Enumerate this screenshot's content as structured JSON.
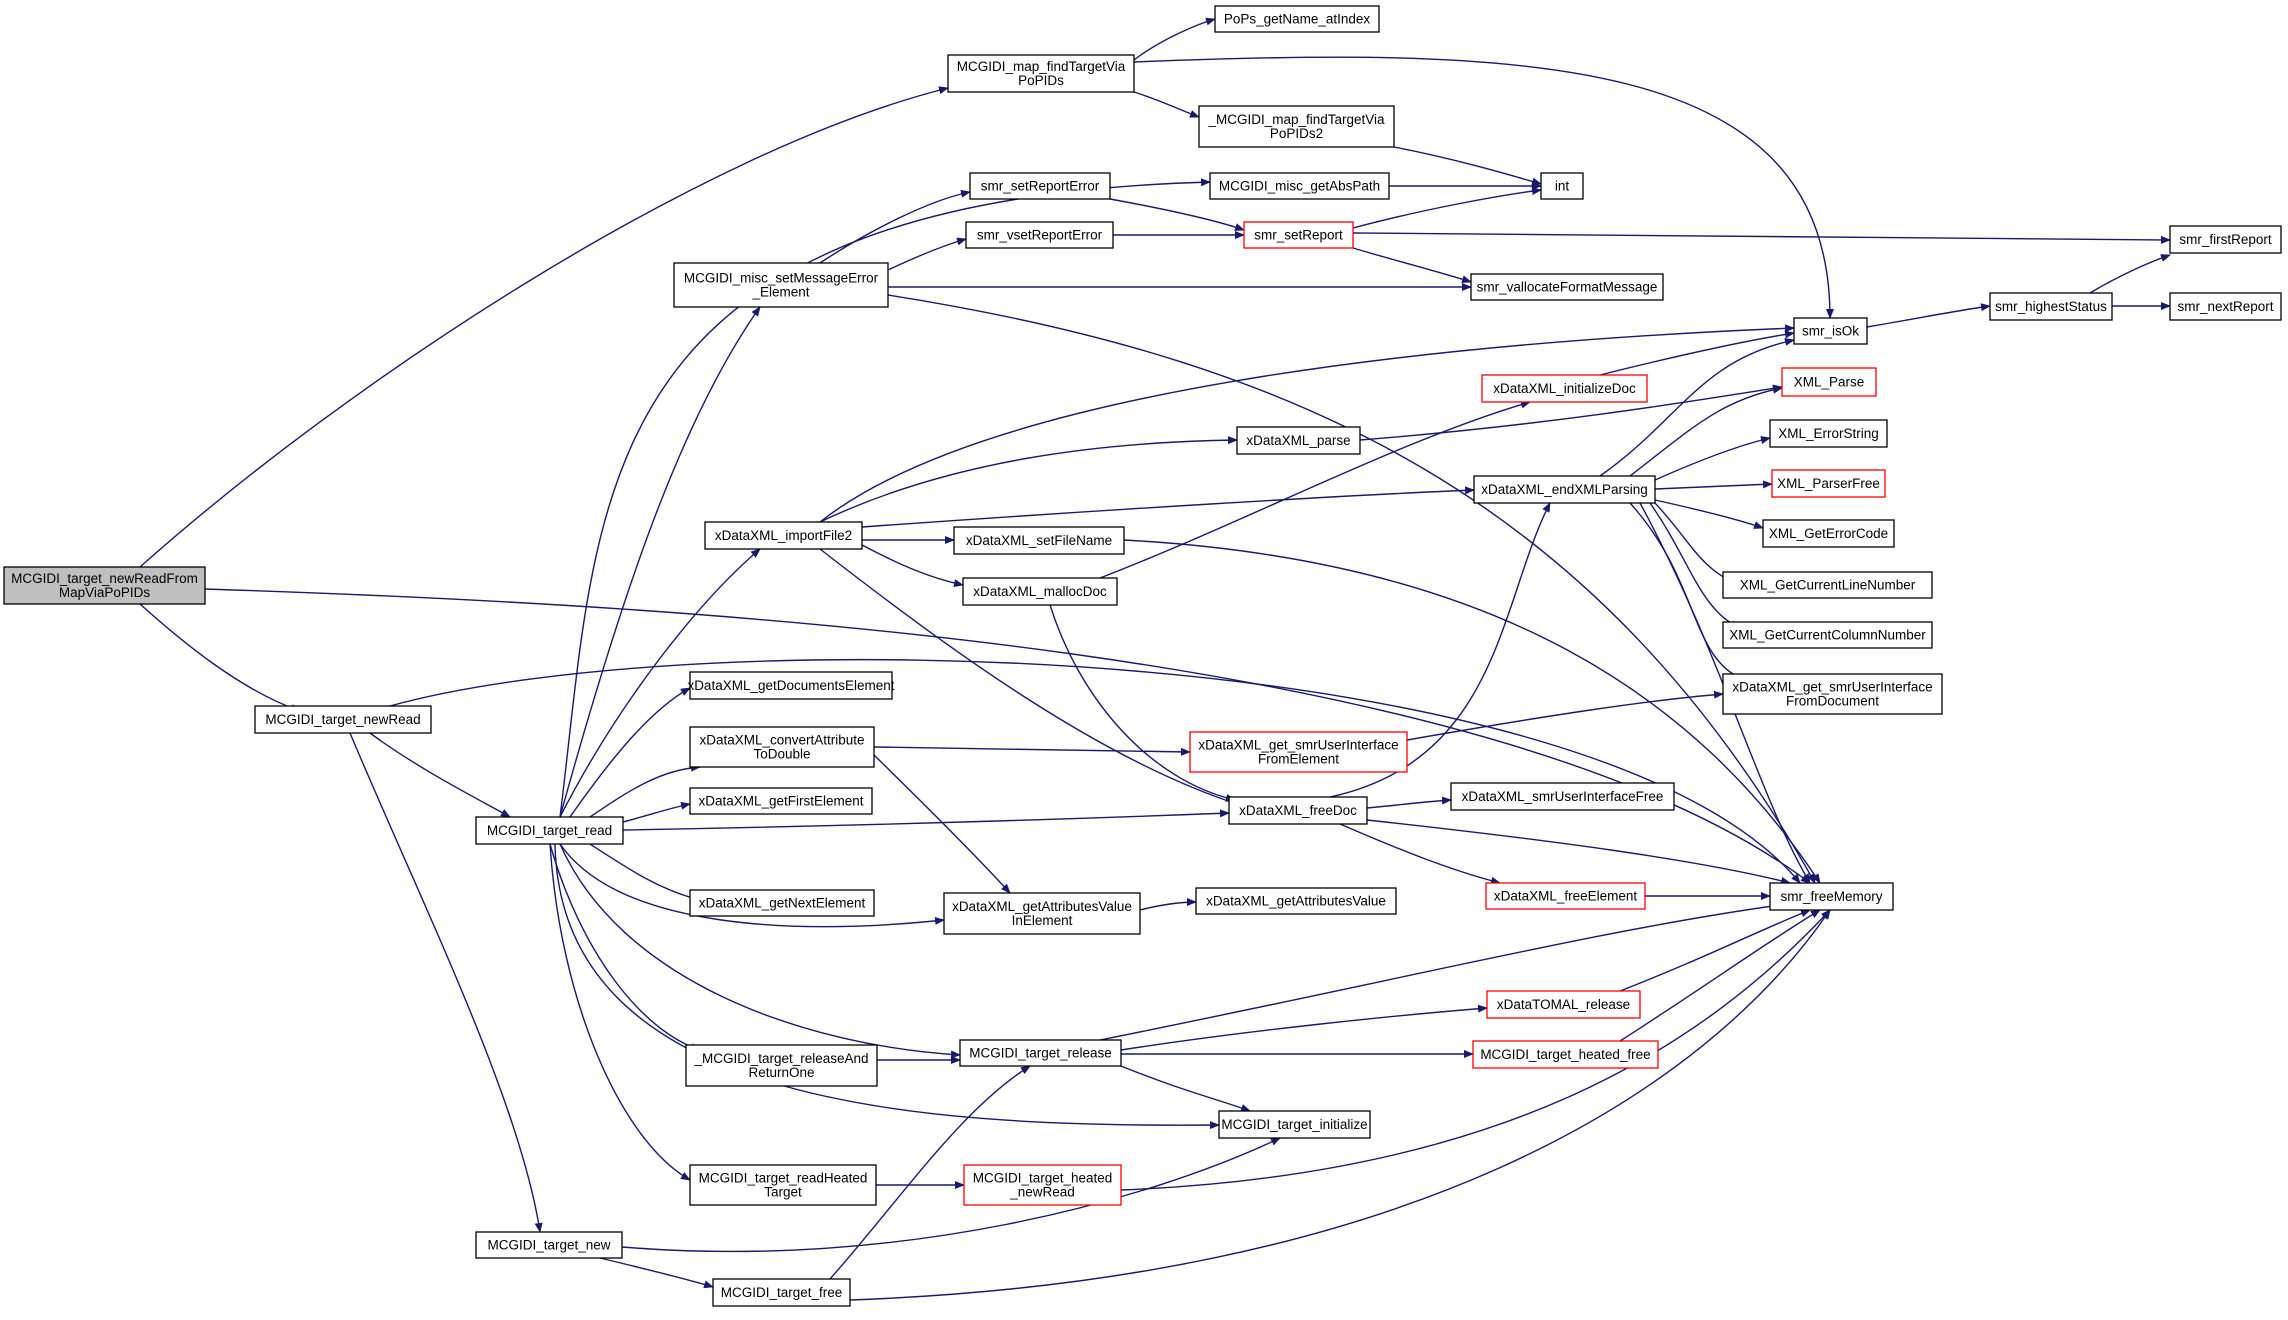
{
  "colors": {
    "edge": "#191970",
    "box_border": "#000000",
    "box_border_truncated": "#ff0000",
    "root_fill": "#bfbfbf",
    "box_fill": "#ffffff"
  },
  "nodes": [
    {
      "id": "root",
      "lines": [
        "MCGIDI_target_newReadFrom",
        "MapViaPoPIDs"
      ],
      "root": true
    },
    {
      "id": "newRead",
      "lines": [
        "MCGIDI_target_newRead"
      ]
    },
    {
      "id": "map_find",
      "lines": [
        "MCGIDI_map_findTargetVia",
        "PoPIDs"
      ]
    },
    {
      "id": "pops_get",
      "lines": [
        "PoPs_getName_atIndex"
      ]
    },
    {
      "id": "map_find2",
      "lines": [
        "_MCGIDI_map_findTargetVia",
        "PoPIDs2"
      ]
    },
    {
      "id": "abs_path",
      "lines": [
        "MCGIDI_misc_getAbsPath"
      ]
    },
    {
      "id": "int",
      "lines": [
        "int"
      ]
    },
    {
      "id": "set_report_error",
      "lines": [
        "smr_setReportError"
      ]
    },
    {
      "id": "vset_report_error",
      "lines": [
        "smr_vsetReportError"
      ]
    },
    {
      "id": "set_report",
      "lines": [
        "smr_setReport"
      ],
      "truncated": true
    },
    {
      "id": "first_report",
      "lines": [
        "smr_firstReport"
      ]
    },
    {
      "id": "set_msg_err",
      "lines": [
        "MCGIDI_misc_setMessageError",
        "_Element"
      ]
    },
    {
      "id": "valloc",
      "lines": [
        "smr_vallocateFormatMessage"
      ]
    },
    {
      "id": "is_ok",
      "lines": [
        "smr_isOk"
      ]
    },
    {
      "id": "highest_status",
      "lines": [
        "smr_highestStatus"
      ]
    },
    {
      "id": "next_report",
      "lines": [
        "smr_nextReport"
      ]
    },
    {
      "id": "init_doc",
      "lines": [
        "xDataXML_initializeDoc"
      ],
      "truncated": true
    },
    {
      "id": "xml_parse",
      "lines": [
        "XML_Parse"
      ],
      "truncated": true
    },
    {
      "id": "xdata_parse",
      "lines": [
        "xDataXML_parse"
      ]
    },
    {
      "id": "xml_error_string",
      "lines": [
        "XML_ErrorString"
      ]
    },
    {
      "id": "end_xml",
      "lines": [
        "xDataXML_endXMLParsing"
      ]
    },
    {
      "id": "xml_parser_free",
      "lines": [
        "XML_ParserFree"
      ],
      "truncated": true
    },
    {
      "id": "import_file",
      "lines": [
        "xDataXML_importFile2"
      ]
    },
    {
      "id": "set_file_name",
      "lines": [
        "xDataXML_setFileName"
      ]
    },
    {
      "id": "xml_get_error_code",
      "lines": [
        "XML_GetErrorCode"
      ]
    },
    {
      "id": "malloc_doc",
      "lines": [
        "xDataXML_mallocDoc"
      ]
    },
    {
      "id": "xml_line",
      "lines": [
        "XML_GetCurrentLineNumber"
      ]
    },
    {
      "id": "xml_col",
      "lines": [
        "XML_GetCurrentColumnNumber"
      ]
    },
    {
      "id": "get_docs_el",
      "lines": [
        "xDataXML_getDocumentsElement"
      ]
    },
    {
      "id": "get_smr_doc",
      "lines": [
        "xDataXML_get_smrUserInterface",
        "FromDocument"
      ]
    },
    {
      "id": "conv_attr",
      "lines": [
        "xDataXML_convertAttribute",
        "ToDouble"
      ]
    },
    {
      "id": "get_smr_el",
      "lines": [
        "xDataXML_get_smrUserInterface",
        "FromElement"
      ],
      "truncated": true
    },
    {
      "id": "get_first",
      "lines": [
        "xDataXML_getFirstElement"
      ]
    },
    {
      "id": "target_read",
      "lines": [
        "MCGIDI_target_read"
      ]
    },
    {
      "id": "free_doc",
      "lines": [
        "xDataXML_freeDoc"
      ]
    },
    {
      "id": "smr_ui_free",
      "lines": [
        "xDataXML_smrUserInterfaceFree"
      ]
    },
    {
      "id": "get_next",
      "lines": [
        "xDataXML_getNextElement"
      ]
    },
    {
      "id": "get_attr_val_in",
      "lines": [
        "xDataXML_getAttributesValue",
        "InElement"
      ]
    },
    {
      "id": "get_attr_val",
      "lines": [
        "xDataXML_getAttributesValue"
      ]
    },
    {
      "id": "free_element",
      "lines": [
        "xDataXML_freeElement"
      ],
      "truncated": true
    },
    {
      "id": "free_memory",
      "lines": [
        "smr_freeMemory"
      ]
    },
    {
      "id": "toml_release",
      "lines": [
        "xDataTOMAL_release"
      ],
      "truncated": true
    },
    {
      "id": "release_and",
      "lines": [
        "_MCGIDI_target_releaseAnd",
        "ReturnOne"
      ]
    },
    {
      "id": "target_release",
      "lines": [
        "MCGIDI_target_release"
      ]
    },
    {
      "id": "heated_free",
      "lines": [
        "MCGIDI_target_heated_free"
      ],
      "truncated": true
    },
    {
      "id": "target_init",
      "lines": [
        "MCGIDI_target_initialize"
      ]
    },
    {
      "id": "read_heated",
      "lines": [
        "MCGIDI_target_readHeated",
        "Target"
      ]
    },
    {
      "id": "heated_new_read",
      "lines": [
        "MCGIDI_target_heated",
        "_newRead"
      ],
      "truncated": true
    },
    {
      "id": "target_new",
      "lines": [
        "MCGIDI_target_new"
      ]
    },
    {
      "id": "target_free",
      "lines": [
        "MCGIDI_target_free"
      ]
    }
  ],
  "edges": [
    [
      "root",
      "map_find"
    ],
    [
      "root",
      "newRead"
    ],
    [
      "root",
      "free_memory"
    ],
    [
      "map_find",
      "pops_get"
    ],
    [
      "map_find",
      "map_find2"
    ],
    [
      "map_find",
      "is_ok"
    ],
    [
      "map_find2",
      "int"
    ],
    [
      "abs_path",
      "int"
    ],
    [
      "set_report_error",
      "set_report"
    ],
    [
      "vset_report_error",
      "set_report"
    ],
    [
      "set_report",
      "int"
    ],
    [
      "set_report",
      "first_report"
    ],
    [
      "set_report",
      "valloc"
    ],
    [
      "set_msg_err",
      "set_report_error"
    ],
    [
      "set_msg_err",
      "vset_report_error"
    ],
    [
      "set_msg_err",
      "valloc"
    ],
    [
      "set_msg_err",
      "free_memory"
    ],
    [
      "is_ok",
      "highest_status"
    ],
    [
      "highest_status",
      "first_report"
    ],
    [
      "highest_status",
      "next_report"
    ],
    [
      "init_doc",
      "is_ok"
    ],
    [
      "xdata_parse",
      "xml_parse"
    ],
    [
      "end_xml",
      "is_ok"
    ],
    [
      "end_xml",
      "xml_parse"
    ],
    [
      "end_xml",
      "xml_error_string"
    ],
    [
      "end_xml",
      "xml_parser_free"
    ],
    [
      "end_xml",
      "xml_get_error_code"
    ],
    [
      "end_xml",
      "xml_line"
    ],
    [
      "end_xml",
      "xml_col"
    ],
    [
      "end_xml",
      "get_smr_doc"
    ],
    [
      "end_xml",
      "free_memory"
    ],
    [
      "import_file",
      "is_ok"
    ],
    [
      "import_file",
      "xdata_parse"
    ],
    [
      "import_file",
      "end_xml"
    ],
    [
      "import_file",
      "set_file_name"
    ],
    [
      "import_file",
      "malloc_doc"
    ],
    [
      "import_file",
      "free_doc"
    ],
    [
      "set_file_name",
      "free_memory"
    ],
    [
      "malloc_doc",
      "init_doc"
    ],
    [
      "malloc_doc",
      "free_doc"
    ],
    [
      "conv_attr",
      "get_smr_el"
    ],
    [
      "conv_attr",
      "get_attr_val_in"
    ],
    [
      "get_smr_el",
      "get_smr_doc"
    ],
    [
      "newRead",
      "target_read"
    ],
    [
      "newRead",
      "free_memory"
    ],
    [
      "newRead",
      "target_new"
    ],
    [
      "target_read",
      "abs_path"
    ],
    [
      "target_read",
      "set_msg_err"
    ],
    [
      "target_read",
      "import_file"
    ],
    [
      "target_read",
      "get_docs_el"
    ],
    [
      "target_read",
      "conv_attr"
    ],
    [
      "target_read",
      "get_first"
    ],
    [
      "target_read",
      "free_doc"
    ],
    [
      "target_read",
      "get_next"
    ],
    [
      "target_read",
      "get_attr_val_in"
    ],
    [
      "target_read",
      "release_and"
    ],
    [
      "target_read",
      "target_release"
    ],
    [
      "target_read",
      "target_init"
    ],
    [
      "target_read",
      "read_heated"
    ],
    [
      "free_doc",
      "end_xml"
    ],
    [
      "free_doc",
      "smr_ui_free"
    ],
    [
      "free_doc",
      "free_element"
    ],
    [
      "free_doc",
      "free_memory"
    ],
    [
      "get_attr_val_in",
      "get_attr_val"
    ],
    [
      "free_element",
      "free_memory"
    ],
    [
      "release_and",
      "target_release"
    ],
    [
      "target_release",
      "free_memory"
    ],
    [
      "target_release",
      "toml_release"
    ],
    [
      "target_release",
      "heated_free"
    ],
    [
      "target_release",
      "target_init"
    ],
    [
      "toml_release",
      "free_memory"
    ],
    [
      "heated_free",
      "free_memory"
    ],
    [
      "read_heated",
      "heated_new_read"
    ],
    [
      "heated_new_read",
      "free_memory"
    ],
    [
      "target_new",
      "target_init"
    ],
    [
      "target_new",
      "target_free"
    ],
    [
      "target_free",
      "target_release"
    ],
    [
      "target_free",
      "free_memory"
    ]
  ]
}
